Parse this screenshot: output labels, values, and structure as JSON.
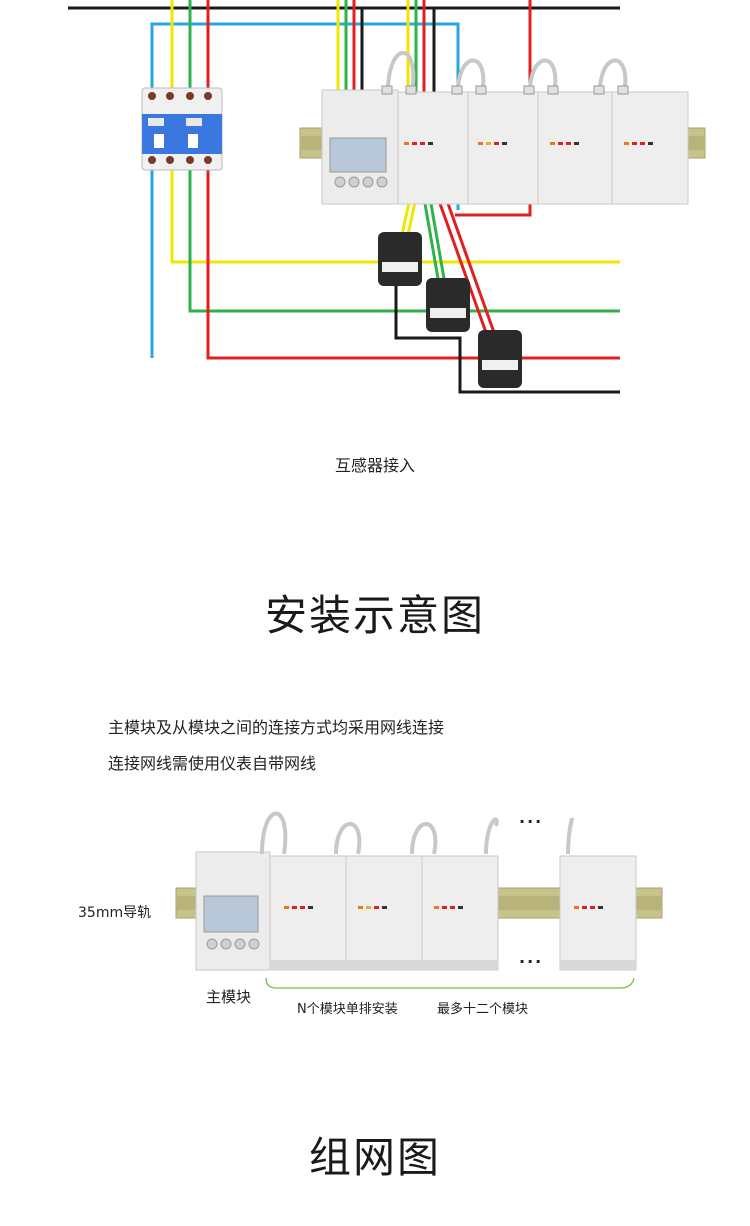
{
  "section1": {
    "caption": "互感器接入"
  },
  "headings": {
    "install": "安装示意图",
    "network": "组网图"
  },
  "notes": {
    "line1": "主模块及从模块之间的连接方式均采用网线连接",
    "line2": "连接网线需使用仪表自带网线"
  },
  "labels": {
    "rail": "35mm导轨",
    "master": "主模块",
    "n_modules": "N个模块单排安装",
    "max_modules": "最多十二个模块",
    "ellipsis": "..."
  },
  "colors": {
    "phase_a": "#f2e600",
    "phase_b": "#2db34a",
    "phase_c": "#e02020",
    "neutral": "#2aa5dd",
    "black": "#1a1a1a",
    "breaker_blue": "#3a78e0",
    "rail": "#c8c38a",
    "module_body": "#ececec"
  }
}
